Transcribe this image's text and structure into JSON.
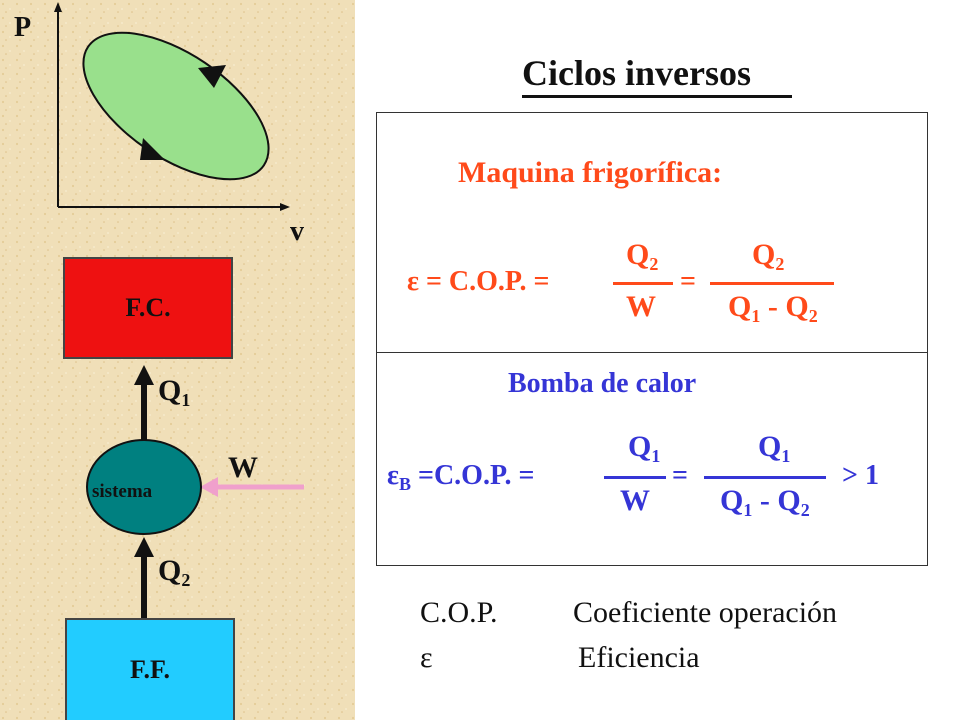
{
  "diagram": {
    "axis_p": "P",
    "axis_v": "v",
    "hot_source": "F.C.",
    "cold_source": "F.F.",
    "system": "sistema",
    "q1": "Q",
    "q1_sub": "1",
    "q2": "Q",
    "q2_sub": "2",
    "work": "W",
    "colors": {
      "hot": "#ee1111",
      "cold": "#22ccff",
      "system": "#008080",
      "cycle": "#99e08c",
      "work_arrow": "#f0a0cc"
    }
  },
  "title": "Ciclos inversos",
  "refrigerator": {
    "heading": "Maquina frigorífica:",
    "lhs": "ε = C.O.P. =",
    "num1": "Q",
    "num1_sub": "2",
    "den1": "W",
    "eq2": "=",
    "num2": "Q",
    "num2_sub": "2",
    "den2_a": "Q",
    "den2_a_sub": "1",
    "den2_op": " - ",
    "den2_b": "Q",
    "den2_b_sub": "2",
    "color": "#ff4a1a"
  },
  "heat_pump": {
    "heading": "Bomba de calor",
    "lhs_eps": "ε",
    "lhs_sub": "B",
    "lhs_rest": " =C.O.P. =",
    "num1": "Q",
    "num1_sub": "1",
    "den1": "W",
    "eq2": "=",
    "num2": "Q",
    "num2_sub": "1",
    "den2_a": "Q",
    "den2_a_sub": "1",
    "den2_op": " - ",
    "den2_b": "Q",
    "den2_b_sub": "2",
    "gt": "> 1",
    "color": "#3535d6"
  },
  "legend": {
    "cop_term": "C.O.P.",
    "cop_def": "Coeficiente operación",
    "eps_term": "ε",
    "eps_def": "Eficiencia"
  }
}
